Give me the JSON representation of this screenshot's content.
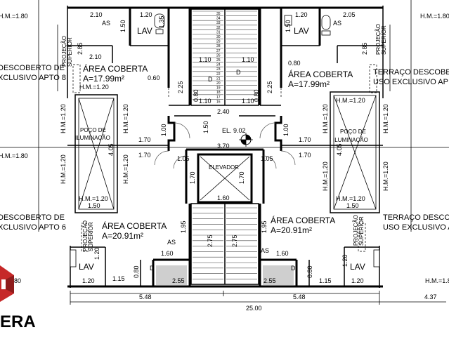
{
  "labels": {
    "area_coberta_tl": "ÁREA COBERTA",
    "area_coberta_tl_val": "A=17.99m²",
    "area_coberta_tr": "ÁREA COBERTA",
    "area_coberta_tr_val": "A=17.99m²",
    "area_coberta_bl": "ÁREA COBERTA",
    "area_coberta_bl_val": "A=20.91m²",
    "area_coberta_br": "ÁREA COBERTA",
    "area_coberta_br_val": "A=20.91m²",
    "terraco_tl_1": "DESCOBERTO DE",
    "terraco_tl_2": "XCLUSIVO APTO 8",
    "terraco_tr_1": "TERRAÇO DESCOBE",
    "terraco_tr_2": "USO EXCLUSIVO AP",
    "terraco_bl_1": "DESCOBERTO DE",
    "terraco_bl_2": "XCLUSIVO APTO 6",
    "terraco_br_1": "TERRAÇO DESCOB",
    "terraco_br_2": "USO EXCLUSIVO A",
    "poco_l_1": "POÇO DE",
    "poco_l_2": "ILUMINAÇÃO",
    "poco_r_1": "POÇO DE",
    "poco_r_2": "ILUMINAÇÃO",
    "elevador": "ELEVADOR",
    "lav_tl": "LAV",
    "lav_tr": "LAV",
    "lav_bl": "LAV",
    "lav_br": "LAV",
    "as_tl": "AS",
    "as_tr": "AS",
    "as_bl": "AS",
    "as_br": "AS",
    "el": "EL. 9.02",
    "proj_1": "PROJEÇÃO",
    "proj_2": "SUPERIOR",
    "d": "D",
    "brand": "ERA"
  },
  "dimensions": {
    "hm180_tl": "H.M.=1.80",
    "hm180_tr": "H.M.=1.80",
    "hm180_ml": "H.M.=1.80",
    "hm180_br": "H.M.=1.8",
    "hm120": "H.M.=1.20",
    "hm150": "1.50",
    "d210": "2.10",
    "d205": "2.05",
    "d120": "1.20",
    "d150": "1.50",
    "d135": "1.35",
    "d285": "2.85",
    "d060": "0.60",
    "d080": "0.80",
    "d110": "1.10",
    "d225": "2.25",
    "d240": "2.40",
    "d100": "1.00",
    "d170": "1.70",
    "d405": "4.05",
    "d370": "3.70",
    "d105": "1.05",
    "d160": "1.60",
    "d195": "1.95",
    "d275": "2.75",
    "d115": "1.15",
    "d255": "2.55",
    "d548": "5.48",
    "d2500": "25.00",
    "d437": "4.37",
    "d_80": "80"
  },
  "stair_steps": [
    "35",
    "34",
    "33",
    "32",
    "31",
    "30",
    "29",
    "28",
    "27",
    "26",
    "25",
    "24",
    "23",
    "22",
    "21",
    "20",
    "19",
    "18",
    "17",
    "16"
  ],
  "colors": {
    "line": "#000000",
    "hatch": "#cfcfcf",
    "logo": "#c62828"
  },
  "icons": [
    "toilet-icon",
    "sink-icon",
    "level-marker-icon",
    "brand-logo-icon"
  ]
}
